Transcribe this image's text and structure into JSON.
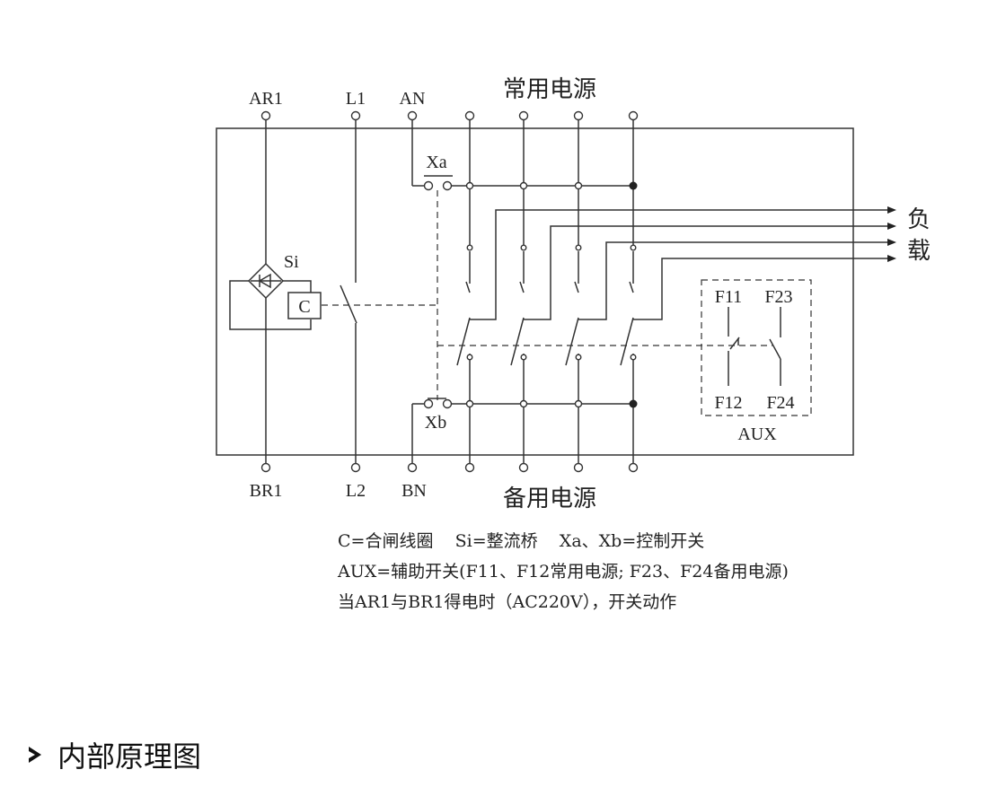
{
  "diagram": {
    "top_title": "常用电源",
    "bottom_title": "备用电源",
    "load_chars": [
      "负",
      "载"
    ],
    "terminals_top": [
      "AR1",
      "L1",
      "AN"
    ],
    "terminals_bottom": [
      "BR1",
      "L2",
      "BN"
    ],
    "components": {
      "rectifier": "Si",
      "coil": "C",
      "switch_a": "Xa",
      "switch_b": "Xb",
      "aux_box": "AUX",
      "aux_contacts": [
        "F11",
        "F23",
        "F12",
        "F24"
      ]
    }
  },
  "legend": {
    "line1": "C=合闸线圈    Si=整流桥    Xa、Xb=控制开关",
    "line2": "AUX=辅助开关(F11、F12常用电源; F23、F24备用电源)",
    "line3": "当AR1与BR1得电时（AC220V），开关动作"
  },
  "section": {
    "heading": "内部原理图",
    "icon": "chevron-right-icon"
  }
}
